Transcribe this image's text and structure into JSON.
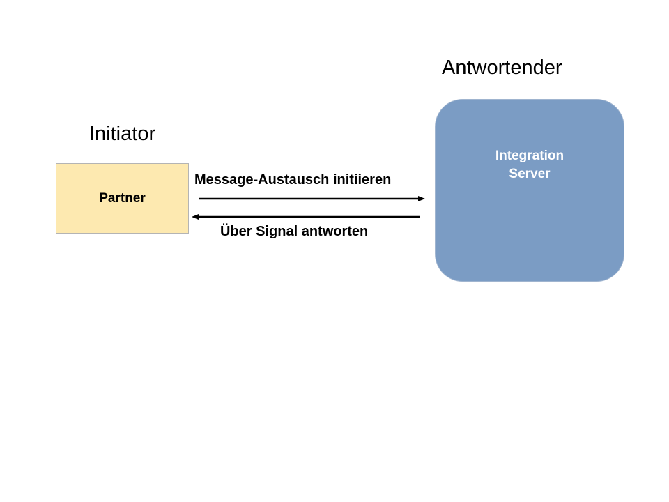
{
  "headings": {
    "initiator": "Initiator",
    "responder": "Antwortender"
  },
  "partner_box": {
    "label": "Partner",
    "color": "#fde9b0"
  },
  "server_box": {
    "line1": "Integration",
    "line2": "Server",
    "color": "#7b9cc4"
  },
  "arrows": {
    "request": {
      "label": "Message-Austausch initiieren",
      "direction": "right"
    },
    "response": {
      "label": "Über Signal antworten",
      "direction": "left"
    }
  }
}
